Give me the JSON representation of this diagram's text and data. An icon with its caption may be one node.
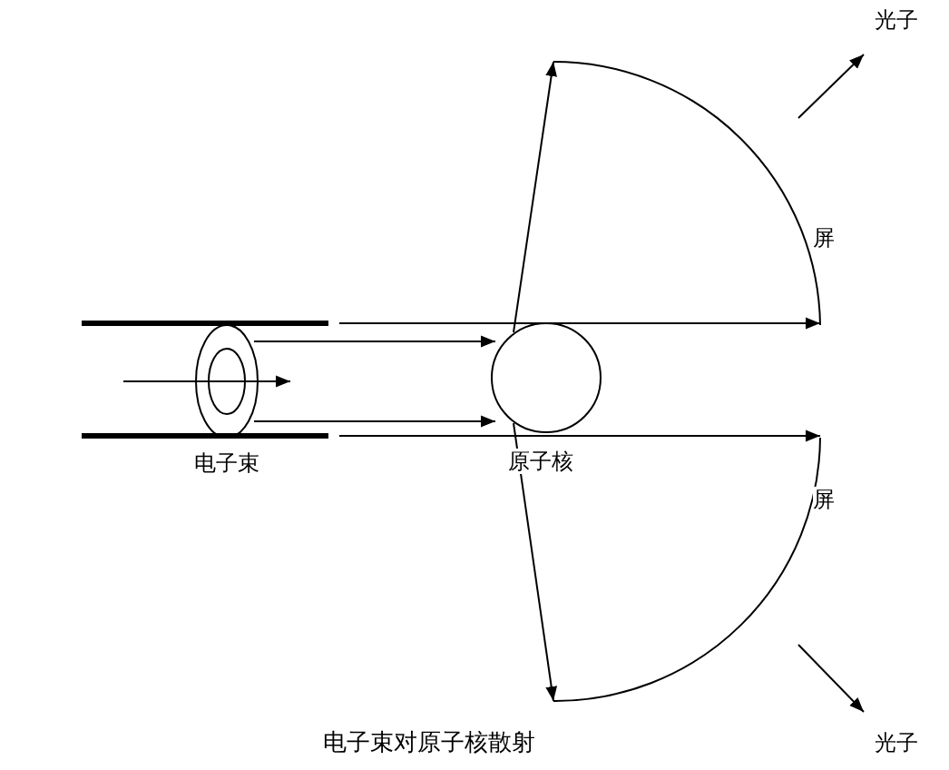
{
  "diagram": {
    "caption": "电子束对原子核散射",
    "nodes": [
      {
        "text": [
          "原子核"
        ]
      },
      {
        "text": [
          "电子束"
        ]
      },
      {
        "text": [
          "屏"
        ]
      },
      {
        "text": [
          "屏"
        ]
      },
      {
        "text": [
          "光子"
        ]
      },
      {
        "text": [
          "光子"
        ]
      }
    ],
    "edges": [
      {
        "from": 0,
        "to": 2,
        "arrow": "to"
      },
      {
        "from": 0,
        "to": 3,
        "arrow": "to"
      },
      {
        "from": 1,
        "to": 0,
        "arrow": "to"
      },
      {
        "from": 1,
        "to": 0,
        "arrow": "to"
      },
      {
        "from": 1,
        "to": 2,
        "arrow": "to"
      },
      {
        "from": 1,
        "to": 3,
        "arrow": "to"
      },
      {
        "from": null,
        "to": 1,
        "arrow": "to"
      },
      {
        "from": 2,
        "to": 4,
        "arrow": "to"
      },
      {
        "from": 3,
        "to": 5,
        "arrow": "to"
      }
    ]
  }
}
